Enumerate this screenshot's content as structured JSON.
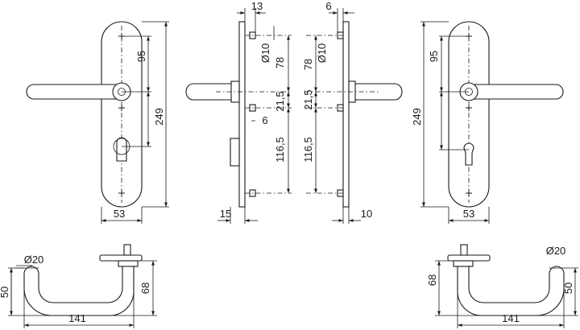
{
  "dimensions": {
    "front_left": {
      "width": "53",
      "handle_to_top_screw": "95",
      "total_height": "249"
    },
    "side_left": {
      "offset_top": "13",
      "bore": "Ø10",
      "spacing_top": "78",
      "spacing_mid": "21,5",
      "spacing_low": "116,5",
      "offset_small": "6",
      "thickness": "15"
    },
    "side_right": {
      "offset_top": "6",
      "bore": "Ø10",
      "spacing_top": "78",
      "spacing_mid": "21,5",
      "spacing_low": "116,5",
      "thickness": "10"
    },
    "front_right": {
      "width": "53",
      "handle_to_top_screw": "95",
      "total_height": "249"
    },
    "top_left": {
      "diameter": "Ø20",
      "depth": "50",
      "height": "68",
      "length": "141"
    },
    "top_right": {
      "diameter": "Ø20",
      "depth": "50",
      "height": "68",
      "length": "141"
    }
  },
  "colors": {
    "line": "#1a1a1a",
    "background": "#ffffff"
  }
}
